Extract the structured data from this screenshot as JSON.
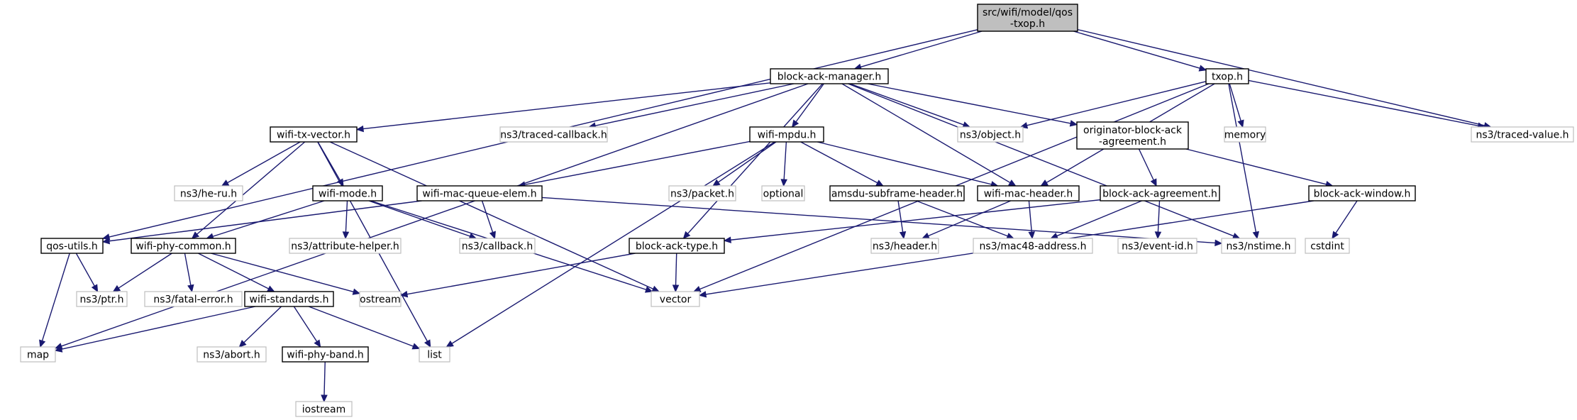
{
  "graph": {
    "nodes": [
      {
        "id": "root",
        "kind": "root",
        "lines": [
          "src/wifi/model/qos",
          "-txop.h"
        ]
      },
      {
        "id": "bam",
        "kind": "local",
        "lines": [
          "block-ack-manager.h"
        ]
      },
      {
        "id": "txop",
        "kind": "local",
        "lines": [
          "txop.h"
        ]
      },
      {
        "id": "wtv",
        "kind": "local",
        "lines": [
          "wifi-tx-vector.h"
        ]
      },
      {
        "id": "traced_cb",
        "kind": "system",
        "lines": [
          "ns3/traced-callback.h"
        ]
      },
      {
        "id": "wmpdu",
        "kind": "local",
        "lines": [
          "wifi-mpdu.h"
        ]
      },
      {
        "id": "object",
        "kind": "system",
        "lines": [
          "ns3/object.h"
        ]
      },
      {
        "id": "oba",
        "kind": "local",
        "lines": [
          "originator-block-ack",
          "-agreement.h"
        ]
      },
      {
        "id": "memory",
        "kind": "system",
        "lines": [
          "memory"
        ]
      },
      {
        "id": "traced_val",
        "kind": "system",
        "lines": [
          "ns3/traced-value.h"
        ]
      },
      {
        "id": "heru",
        "kind": "system",
        "lines": [
          "ns3/he-ru.h"
        ]
      },
      {
        "id": "wmode",
        "kind": "local",
        "lines": [
          "wifi-mode.h"
        ]
      },
      {
        "id": "wmqe",
        "kind": "local",
        "lines": [
          "wifi-mac-queue-elem.h"
        ]
      },
      {
        "id": "packet",
        "kind": "system",
        "lines": [
          "ns3/packet.h"
        ]
      },
      {
        "id": "optional",
        "kind": "system",
        "lines": [
          "optional"
        ]
      },
      {
        "id": "amsdu",
        "kind": "local",
        "lines": [
          "amsdu-subframe-header.h"
        ]
      },
      {
        "id": "wmh",
        "kind": "local",
        "lines": [
          "wifi-mac-header.h"
        ]
      },
      {
        "id": "baa",
        "kind": "local",
        "lines": [
          "block-ack-agreement.h"
        ]
      },
      {
        "id": "baw",
        "kind": "local",
        "lines": [
          "block-ack-window.h"
        ]
      },
      {
        "id": "qosu",
        "kind": "local",
        "lines": [
          "qos-utils.h"
        ]
      },
      {
        "id": "wpc",
        "kind": "local",
        "lines": [
          "wifi-phy-common.h"
        ]
      },
      {
        "id": "attr",
        "kind": "system",
        "lines": [
          "ns3/attribute-helper.h"
        ]
      },
      {
        "id": "callback",
        "kind": "system",
        "lines": [
          "ns3/callback.h"
        ]
      },
      {
        "id": "bat",
        "kind": "local",
        "lines": [
          "block-ack-type.h"
        ]
      },
      {
        "id": "header",
        "kind": "system",
        "lines": [
          "ns3/header.h"
        ]
      },
      {
        "id": "mac48",
        "kind": "system",
        "lines": [
          "ns3/mac48-address.h"
        ]
      },
      {
        "id": "eventid",
        "kind": "system",
        "lines": [
          "ns3/event-id.h"
        ]
      },
      {
        "id": "nstime",
        "kind": "system",
        "lines": [
          "ns3/nstime.h"
        ]
      },
      {
        "id": "cstdint",
        "kind": "system",
        "lines": [
          "cstdint"
        ]
      },
      {
        "id": "ptr",
        "kind": "system",
        "lines": [
          "ns3/ptr.h"
        ]
      },
      {
        "id": "fatal",
        "kind": "system",
        "lines": [
          "ns3/fatal-error.h"
        ]
      },
      {
        "id": "wstd",
        "kind": "local",
        "lines": [
          "wifi-standards.h"
        ]
      },
      {
        "id": "ostream",
        "kind": "system",
        "lines": [
          "ostream"
        ]
      },
      {
        "id": "vector",
        "kind": "system",
        "lines": [
          "vector"
        ]
      },
      {
        "id": "map",
        "kind": "system",
        "lines": [
          "map"
        ]
      },
      {
        "id": "abort",
        "kind": "system",
        "lines": [
          "ns3/abort.h"
        ]
      },
      {
        "id": "wpb",
        "kind": "local",
        "lines": [
          "wifi-phy-band.h"
        ]
      },
      {
        "id": "list",
        "kind": "system",
        "lines": [
          "list"
        ]
      },
      {
        "id": "iostream",
        "kind": "system",
        "lines": [
          "iostream"
        ]
      }
    ],
    "edges": [
      [
        "root",
        "bam"
      ],
      [
        "root",
        "txop"
      ],
      [
        "root",
        "qosu"
      ],
      [
        "root",
        "traced_val"
      ],
      [
        "bam",
        "wtv"
      ],
      [
        "bam",
        "traced_cb"
      ],
      [
        "bam",
        "wmpdu"
      ],
      [
        "bam",
        "object"
      ],
      [
        "bam",
        "oba"
      ],
      [
        "bam",
        "bat"
      ],
      [
        "bam",
        "wmh"
      ],
      [
        "bam",
        "nstime"
      ],
      [
        "bam",
        "map"
      ],
      [
        "txop",
        "object"
      ],
      [
        "txop",
        "memory"
      ],
      [
        "txop",
        "traced_val"
      ],
      [
        "txop",
        "wmh"
      ],
      [
        "txop",
        "nstime"
      ],
      [
        "txop",
        "vector"
      ],
      [
        "wtv",
        "heru"
      ],
      [
        "wtv",
        "wmode"
      ],
      [
        "wtv",
        "wpc"
      ],
      [
        "wtv",
        "list"
      ],
      [
        "wtv",
        "vector"
      ],
      [
        "wmpdu",
        "wmqe"
      ],
      [
        "wmpdu",
        "packet"
      ],
      [
        "wmpdu",
        "optional"
      ],
      [
        "wmpdu",
        "amsdu"
      ],
      [
        "wmpdu",
        "wmh"
      ],
      [
        "wmpdu",
        "list"
      ],
      [
        "oba",
        "baa"
      ],
      [
        "oba",
        "baw"
      ],
      [
        "wmode",
        "attr"
      ],
      [
        "wmode",
        "callback"
      ],
      [
        "wmode",
        "wpc"
      ],
      [
        "wmode",
        "vector"
      ],
      [
        "wmqe",
        "qosu"
      ],
      [
        "wmqe",
        "callback"
      ],
      [
        "wmqe",
        "nstime"
      ],
      [
        "amsdu",
        "header"
      ],
      [
        "amsdu",
        "mac48"
      ],
      [
        "wmh",
        "header"
      ],
      [
        "wmh",
        "mac48"
      ],
      [
        "baa",
        "bat"
      ],
      [
        "baa",
        "mac48"
      ],
      [
        "baa",
        "eventid"
      ],
      [
        "baw",
        "cstdint"
      ],
      [
        "baw",
        "vector"
      ],
      [
        "qosu",
        "ptr"
      ],
      [
        "qosu",
        "map"
      ],
      [
        "wpc",
        "ptr"
      ],
      [
        "wpc",
        "fatal"
      ],
      [
        "wpc",
        "wstd"
      ],
      [
        "wpc",
        "ostream"
      ],
      [
        "bat",
        "ostream"
      ],
      [
        "bat",
        "vector"
      ],
      [
        "wstd",
        "map"
      ],
      [
        "wstd",
        "abort"
      ],
      [
        "wstd",
        "wpb"
      ],
      [
        "wstd",
        "list"
      ],
      [
        "wpb",
        "iostream"
      ]
    ]
  }
}
